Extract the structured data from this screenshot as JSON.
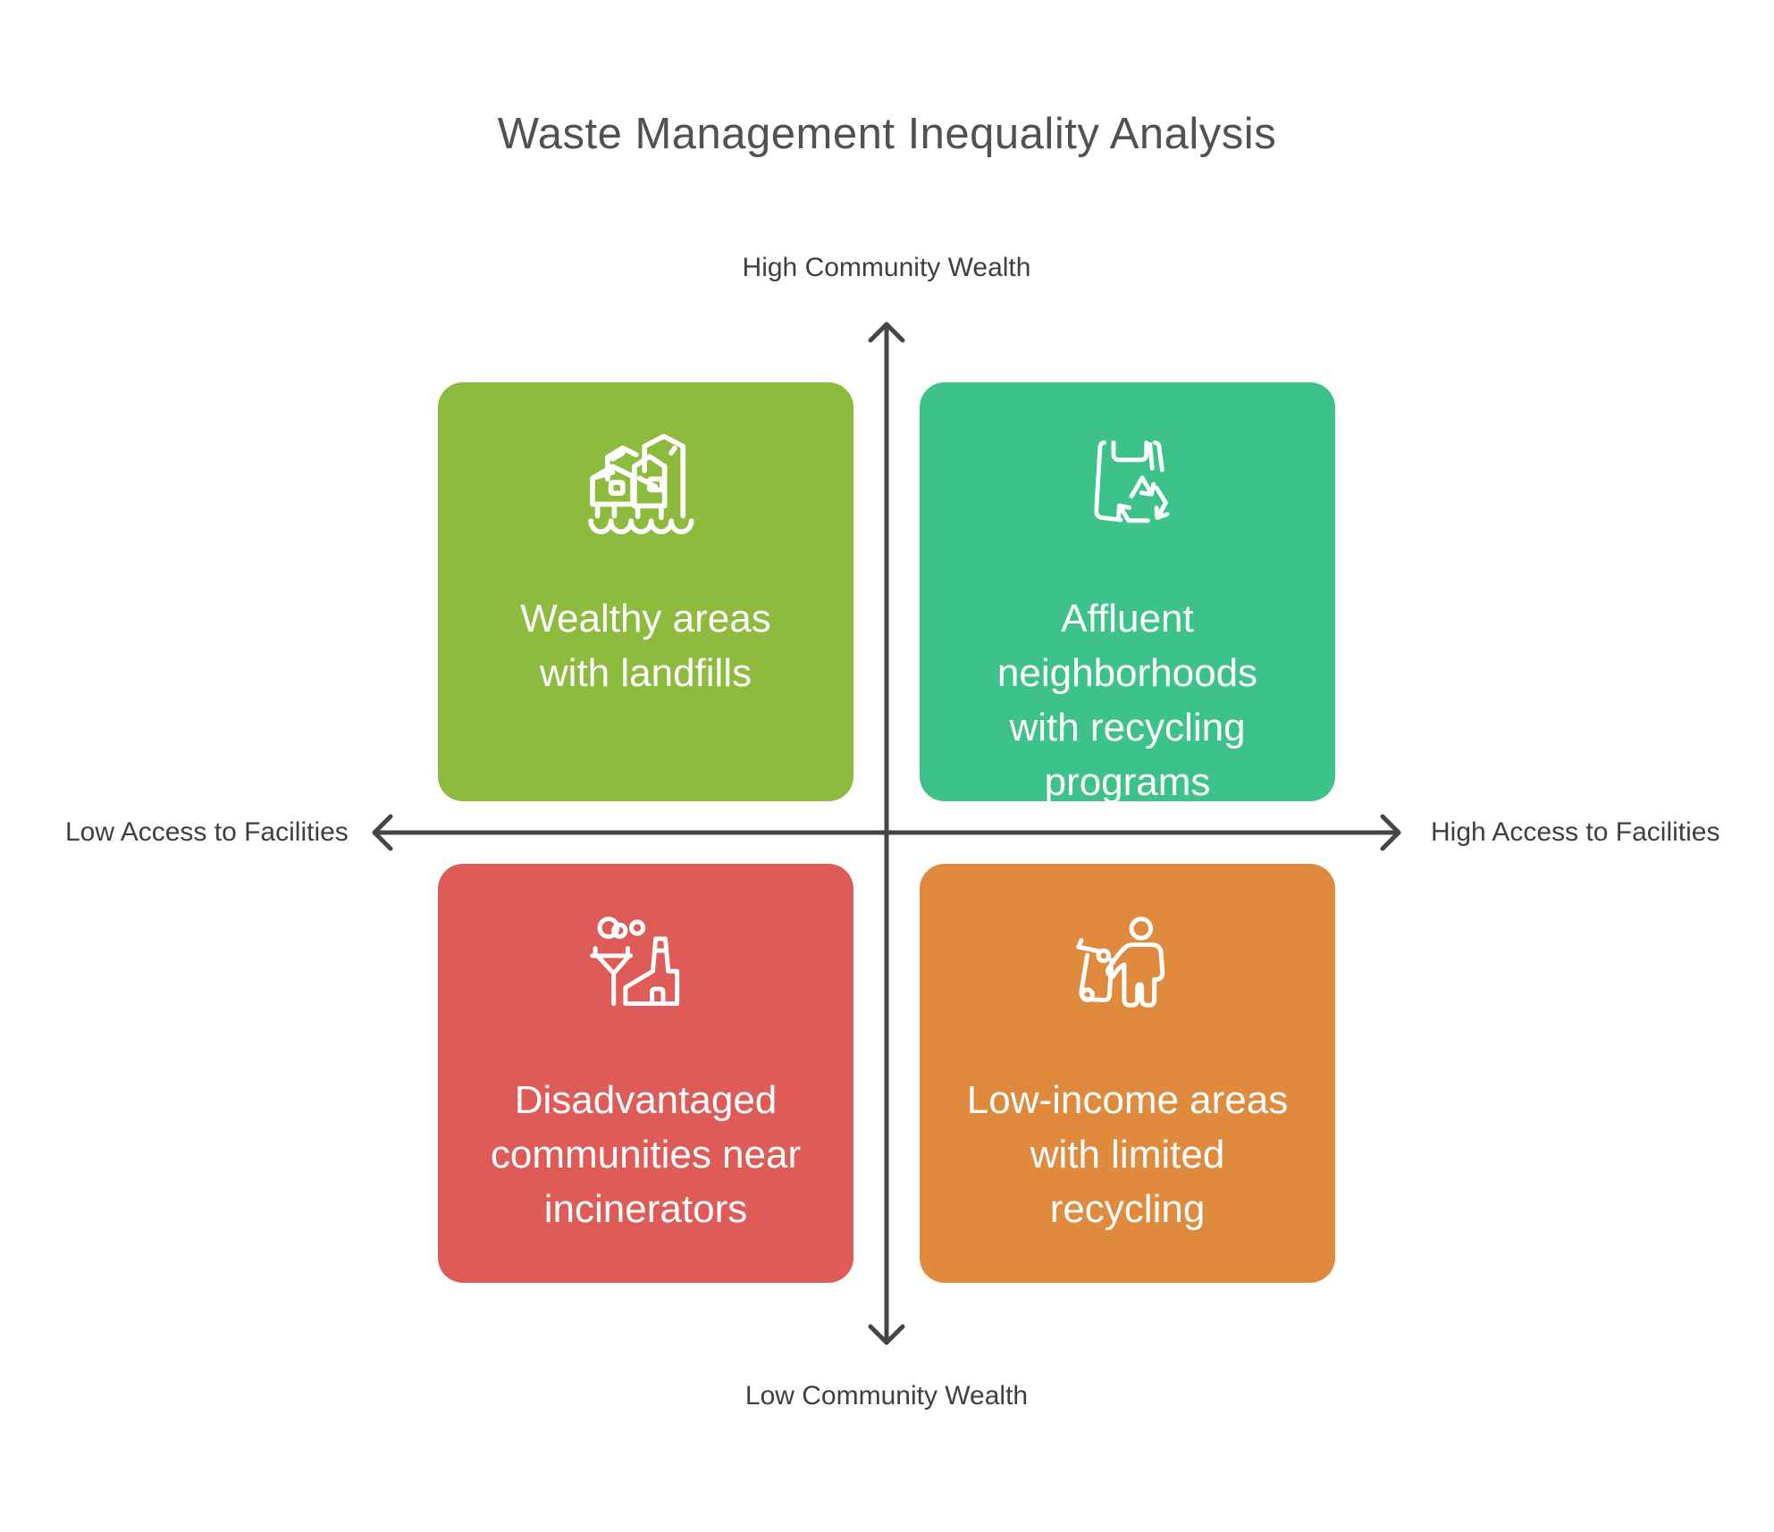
{
  "title": "Waste Management Inequality Analysis",
  "axes": {
    "top_label": "High Community Wealth",
    "bottom_label": "Low Community Wealth",
    "left_label": "Low Access to Facilities",
    "right_label": "High Access to Facilities"
  },
  "quadrants": {
    "top_left": {
      "label": "Wealthy areas\nwith landfills",
      "icon": "flooded-houses-icon",
      "color": "#8CBB3E"
    },
    "top_right": {
      "label": "Affluent\nneighborhoods\nwith recycling\nprograms",
      "icon": "recycling-bag-icon",
      "color": "#3DC38A"
    },
    "bottom_left": {
      "label": "Disadvantaged\ncommunities near\nincinerators",
      "icon": "factory-smoke-icon",
      "color": "#DE5B57"
    },
    "bottom_right": {
      "label": "Low-income areas\nwith limited\nrecycling",
      "icon": "person-trash-bin-icon",
      "color": "#DF8A3C"
    }
  },
  "colors": {
    "background": "#FFFFFF",
    "axis": "#454545",
    "title_text": "#515151",
    "axis_label_text": "#3F3F3F",
    "quadrant_text": "#FFFFFF"
  }
}
